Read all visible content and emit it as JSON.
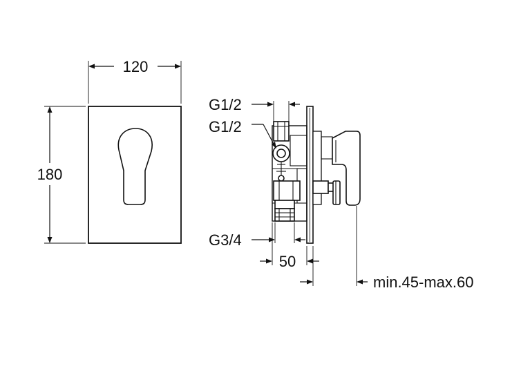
{
  "front_view": {
    "width_label": "120",
    "height_label": "180"
  },
  "side_view": {
    "inlet_top_label": "G1/2",
    "inlet_mid_label": "G1/2",
    "outlet_label": "G3/4",
    "depth_label": "50",
    "install_label": "min.45-max.60"
  }
}
